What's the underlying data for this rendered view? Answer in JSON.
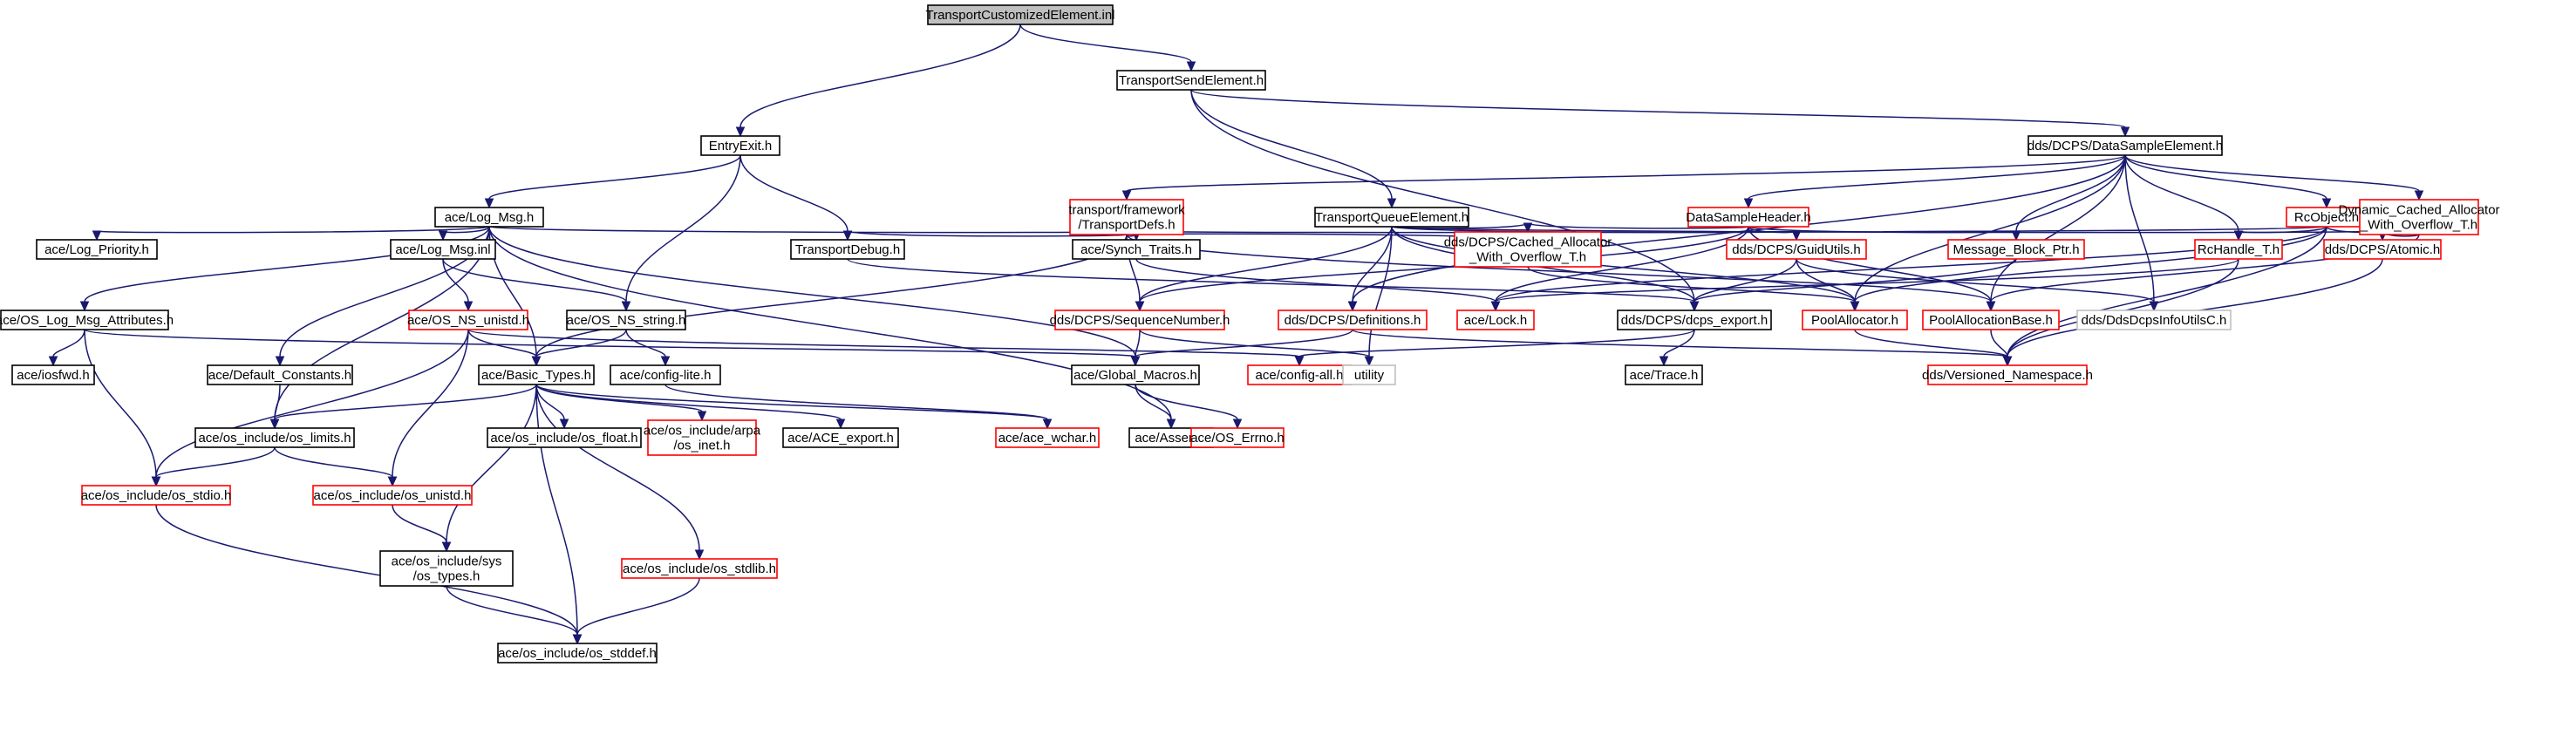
{
  "diagram": {
    "nodes": [
      {
        "id": "n0",
        "label": "TransportCustomizedElement.inl",
        "kind": "root"
      },
      {
        "id": "n1",
        "label": "EntryExit.h",
        "kind": "black"
      },
      {
        "id": "n2",
        "label": "TransportSendElement.h",
        "kind": "black"
      },
      {
        "id": "n3",
        "label": "dds/DCPS/DataSampleElement.h",
        "kind": "black"
      },
      {
        "id": "n4",
        "label": "ace/Log_Msg.h",
        "kind": "black"
      },
      {
        "id": "n5",
        "label": "transport/framework\n/TransportDefs.h",
        "kind": "red"
      },
      {
        "id": "n6",
        "label": "TransportQueueElement.h",
        "kind": "black"
      },
      {
        "id": "n7",
        "label": "DataSampleHeader.h",
        "kind": "red"
      },
      {
        "id": "n8",
        "label": "RcObject.h",
        "kind": "red"
      },
      {
        "id": "n9",
        "label": "Dynamic_Cached_Allocator\n_With_Overflow_T.h",
        "kind": "red"
      },
      {
        "id": "n10",
        "label": "ace/Log_Priority.h",
        "kind": "black"
      },
      {
        "id": "n11",
        "label": "ace/Log_Msg.inl",
        "kind": "black"
      },
      {
        "id": "n12",
        "label": "TransportDebug.h",
        "kind": "black"
      },
      {
        "id": "n13",
        "label": "ace/Synch_Traits.h",
        "kind": "black"
      },
      {
        "id": "n14",
        "label": "dds/DCPS/Cached_Allocator\n_With_Overflow_T.h",
        "kind": "red"
      },
      {
        "id": "n15",
        "label": "dds/DCPS/GuidUtils.h",
        "kind": "red"
      },
      {
        "id": "n16",
        "label": "Message_Block_Ptr.h",
        "kind": "red"
      },
      {
        "id": "n17",
        "label": "RcHandle_T.h",
        "kind": "red"
      },
      {
        "id": "n18",
        "label": "dds/DCPS/Atomic.h",
        "kind": "red"
      },
      {
        "id": "n19",
        "label": "ace/OS_Log_Msg_Attributes.h",
        "kind": "black"
      },
      {
        "id": "n20",
        "label": "ace/OS_NS_unistd.h",
        "kind": "red"
      },
      {
        "id": "n21",
        "label": "ace/OS_NS_string.h",
        "kind": "black"
      },
      {
        "id": "n22",
        "label": "dds/DCPS/SequenceNumber.h",
        "kind": "red"
      },
      {
        "id": "n23",
        "label": "dds/DCPS/Definitions.h",
        "kind": "red"
      },
      {
        "id": "n24",
        "label": "ace/Lock.h",
        "kind": "red"
      },
      {
        "id": "n25",
        "label": "dds/DCPS/dcps_export.h",
        "kind": "black"
      },
      {
        "id": "n26",
        "label": "PoolAllocator.h",
        "kind": "red"
      },
      {
        "id": "n27",
        "label": "PoolAllocationBase.h",
        "kind": "red"
      },
      {
        "id": "n28",
        "label": "dds/DdsDcpsInfoUtilsC.h",
        "kind": "grey"
      },
      {
        "id": "n29",
        "label": "ace/iosfwd.h",
        "kind": "black"
      },
      {
        "id": "n30",
        "label": "ace/Default_Constants.h",
        "kind": "black"
      },
      {
        "id": "n31",
        "label": "ace/Basic_Types.h",
        "kind": "black"
      },
      {
        "id": "n32",
        "label": "ace/config-lite.h",
        "kind": "black"
      },
      {
        "id": "n33",
        "label": "ace/Global_Macros.h",
        "kind": "black"
      },
      {
        "id": "n34",
        "label": "ace/config-all.h",
        "kind": "red"
      },
      {
        "id": "n35",
        "label": "utility",
        "kind": "grey"
      },
      {
        "id": "n36",
        "label": "ace/Trace.h",
        "kind": "black"
      },
      {
        "id": "n37",
        "label": "dds/Versioned_Namespace.h",
        "kind": "red"
      },
      {
        "id": "n38",
        "label": "ace/os_include/os_limits.h",
        "kind": "black"
      },
      {
        "id": "n39",
        "label": "ace/os_include/os_float.h",
        "kind": "black"
      },
      {
        "id": "n40",
        "label": "ace/os_include/arpa\n/os_inet.h",
        "kind": "red"
      },
      {
        "id": "n41",
        "label": "ace/ACE_export.h",
        "kind": "black"
      },
      {
        "id": "n42",
        "label": "ace/ace_wchar.h",
        "kind": "red"
      },
      {
        "id": "n43",
        "label": "ace/Assert.h",
        "kind": "black"
      },
      {
        "id": "n44",
        "label": "ace/OS_Errno.h",
        "kind": "red"
      },
      {
        "id": "n45",
        "label": "ace/os_include/os_stdio.h",
        "kind": "red"
      },
      {
        "id": "n46",
        "label": "ace/os_include/os_unistd.h",
        "kind": "red"
      },
      {
        "id": "n47",
        "label": "ace/os_include/sys\n/os_types.h",
        "kind": "black"
      },
      {
        "id": "n48",
        "label": "ace/os_include/os_stdlib.h",
        "kind": "red"
      },
      {
        "id": "n49",
        "label": "ace/os_include/os_stddef.h",
        "kind": "black"
      }
    ],
    "edges": [
      [
        "n0",
        "n1"
      ],
      [
        "n0",
        "n2"
      ],
      [
        "n1",
        "n4"
      ],
      [
        "n1",
        "n12"
      ],
      [
        "n1",
        "n21"
      ],
      [
        "n2",
        "n3"
      ],
      [
        "n2",
        "n6"
      ],
      [
        "n2",
        "n25"
      ],
      [
        "n3",
        "n5"
      ],
      [
        "n3",
        "n7"
      ],
      [
        "n3",
        "n8"
      ],
      [
        "n3",
        "n9"
      ],
      [
        "n3",
        "n16"
      ],
      [
        "n3",
        "n17"
      ],
      [
        "n3",
        "n26"
      ],
      [
        "n3",
        "n27"
      ],
      [
        "n3",
        "n28"
      ],
      [
        "n3",
        "n23"
      ],
      [
        "n4",
        "n10"
      ],
      [
        "n4",
        "n11"
      ],
      [
        "n4",
        "n19"
      ],
      [
        "n4",
        "n30"
      ],
      [
        "n4",
        "n31"
      ],
      [
        "n4",
        "n13"
      ],
      [
        "n4",
        "n33"
      ],
      [
        "n4",
        "n43"
      ],
      [
        "n4",
        "n38"
      ],
      [
        "n5",
        "n12"
      ],
      [
        "n5",
        "n13"
      ],
      [
        "n5",
        "n14"
      ],
      [
        "n5",
        "n31"
      ],
      [
        "n5",
        "n22"
      ],
      [
        "n5",
        "n27"
      ],
      [
        "n6",
        "n14"
      ],
      [
        "n6",
        "n15"
      ],
      [
        "n6",
        "n18"
      ],
      [
        "n6",
        "n23"
      ],
      [
        "n6",
        "n25"
      ],
      [
        "n6",
        "n26"
      ],
      [
        "n6",
        "n35"
      ],
      [
        "n6",
        "n22"
      ],
      [
        "n7",
        "n14"
      ],
      [
        "n7",
        "n15"
      ],
      [
        "n7",
        "n16"
      ],
      [
        "n7",
        "n22"
      ],
      [
        "n7",
        "n24"
      ],
      [
        "n7",
        "n27"
      ],
      [
        "n8",
        "n13"
      ],
      [
        "n8",
        "n17"
      ],
      [
        "n8",
        "n18"
      ],
      [
        "n8",
        "n26"
      ],
      [
        "n8",
        "n24"
      ],
      [
        "n8",
        "n37"
      ],
      [
        "n9",
        "n18"
      ],
      [
        "n9",
        "n27"
      ],
      [
        "n11",
        "n20"
      ],
      [
        "n11",
        "n21"
      ],
      [
        "n12",
        "n25"
      ],
      [
        "n13",
        "n24"
      ],
      [
        "n14",
        "n26"
      ],
      [
        "n15",
        "n25"
      ],
      [
        "n15",
        "n26"
      ],
      [
        "n15",
        "n28"
      ],
      [
        "n16",
        "n25"
      ],
      [
        "n17",
        "n24"
      ],
      [
        "n17",
        "n37"
      ],
      [
        "n18",
        "n37"
      ],
      [
        "n19",
        "n29"
      ],
      [
        "n19",
        "n33"
      ],
      [
        "n19",
        "n45"
      ],
      [
        "n20",
        "n31"
      ],
      [
        "n20",
        "n46"
      ],
      [
        "n20",
        "n45"
      ],
      [
        "n20",
        "n34"
      ],
      [
        "n21",
        "n31"
      ],
      [
        "n21",
        "n32"
      ],
      [
        "n22",
        "n33"
      ],
      [
        "n22",
        "n35"
      ],
      [
        "n23",
        "n33"
      ],
      [
        "n23",
        "n37"
      ],
      [
        "n25",
        "n34"
      ],
      [
        "n25",
        "n36"
      ],
      [
        "n26",
        "n37"
      ],
      [
        "n27",
        "n37"
      ],
      [
        "n30",
        "n38"
      ],
      [
        "n31",
        "n38"
      ],
      [
        "n31",
        "n39"
      ],
      [
        "n31",
        "n40"
      ],
      [
        "n31",
        "n41"
      ],
      [
        "n31",
        "n47"
      ],
      [
        "n31",
        "n48"
      ],
      [
        "n31",
        "n42"
      ],
      [
        "n31",
        "n49"
      ],
      [
        "n32",
        "n42"
      ],
      [
        "n33",
        "n43"
      ],
      [
        "n33",
        "n44"
      ],
      [
        "n38",
        "n45"
      ],
      [
        "n38",
        "n46"
      ],
      [
        "n45",
        "n49"
      ],
      [
        "n46",
        "n47"
      ],
      [
        "n47",
        "n49"
      ],
      [
        "n48",
        "n49"
      ]
    ]
  }
}
